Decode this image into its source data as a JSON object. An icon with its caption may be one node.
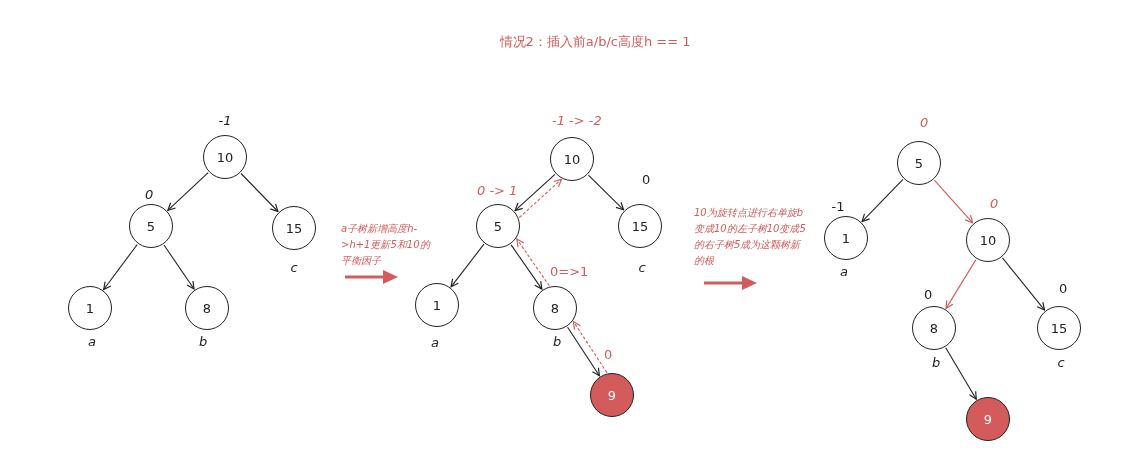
{
  "diagram": {
    "title": "情况2：插入前a/b/c高度h == 1",
    "nodes": [
      {
        "text": [
          "10"
        ],
        "beside": [
          "-1"
        ]
      },
      {
        "text": [
          "5"
        ],
        "beside": [
          "0"
        ]
      },
      {
        "text": [
          "15"
        ],
        "beside": [
          "c"
        ]
      },
      {
        "text": [
          "1"
        ],
        "beside": [
          "a"
        ]
      },
      {
        "text": [
          "8"
        ],
        "beside": [
          "b"
        ]
      },
      {
        "text": [
          "10"
        ],
        "beside": [
          "-1 -> -2"
        ]
      },
      {
        "text": [
          "5"
        ],
        "beside": [
          "0 -> 1"
        ]
      },
      {
        "text": [
          "15"
        ],
        "beside": [
          "0",
          "c"
        ]
      },
      {
        "text": [
          "1"
        ],
        "beside": [
          "a"
        ]
      },
      {
        "text": [
          "8"
        ],
        "beside": [
          "0=>1",
          "b"
        ]
      },
      {
        "text": [
          "9"
        ],
        "beside": [
          "0"
        ]
      },
      {
        "text": [
          "5"
        ],
        "beside": [
          "0"
        ]
      },
      {
        "text": [
          "1"
        ],
        "beside": [
          "-1",
          "a"
        ]
      },
      {
        "text": [
          "10"
        ],
        "beside": [
          "0"
        ]
      },
      {
        "text": [
          "8"
        ],
        "beside": [
          "0",
          "b"
        ]
      },
      {
        "text": [
          "15"
        ],
        "beside": [
          "0",
          "c"
        ]
      },
      {
        "text": [
          "9"
        ]
      }
    ],
    "edges": [
      {
        "from": 0,
        "to": 1,
        "arrow": "to"
      },
      {
        "from": 0,
        "to": 2,
        "arrow": "to"
      },
      {
        "from": 1,
        "to": 3,
        "arrow": "to"
      },
      {
        "from": 1,
        "to": 4,
        "arrow": "to"
      },
      {
        "from": 5,
        "to": 6,
        "arrow": "to"
      },
      {
        "from": 5,
        "to": 7,
        "arrow": "to"
      },
      {
        "from": 6,
        "to": 8,
        "arrow": "to"
      },
      {
        "from": 6,
        "to": 9,
        "arrow": "to"
      },
      {
        "from": 9,
        "to": 10,
        "arrow": "to"
      },
      {
        "from": 6,
        "to": 5,
        "arrow": "to",
        "style": "dashed",
        "color": "#d35b5b"
      },
      {
        "from": 9,
        "to": 6,
        "arrow": "to",
        "style": "dashed",
        "color": "#d35b5b"
      },
      {
        "from": 10,
        "to": 9,
        "arrow": "to",
        "style": "dashed",
        "color": "#d35b5b"
      },
      {
        "from": 11,
        "to": 12,
        "arrow": "to"
      },
      {
        "from": 11,
        "to": 13,
        "arrow": "to",
        "color": "#d35b5b"
      },
      {
        "from": 13,
        "to": 14,
        "arrow": "to",
        "color": "#d35b5b"
      },
      {
        "from": 13,
        "to": 15,
        "arrow": "to"
      },
      {
        "from": 14,
        "to": 16,
        "arrow": "to"
      }
    ],
    "labels": [
      "a子树新增高度h->h+1更新5和10的平衡因子",
      "10为旋转点进行右单旋b变成10的左子树10变成5的右子树5成为这颗树新的根"
    ]
  }
}
